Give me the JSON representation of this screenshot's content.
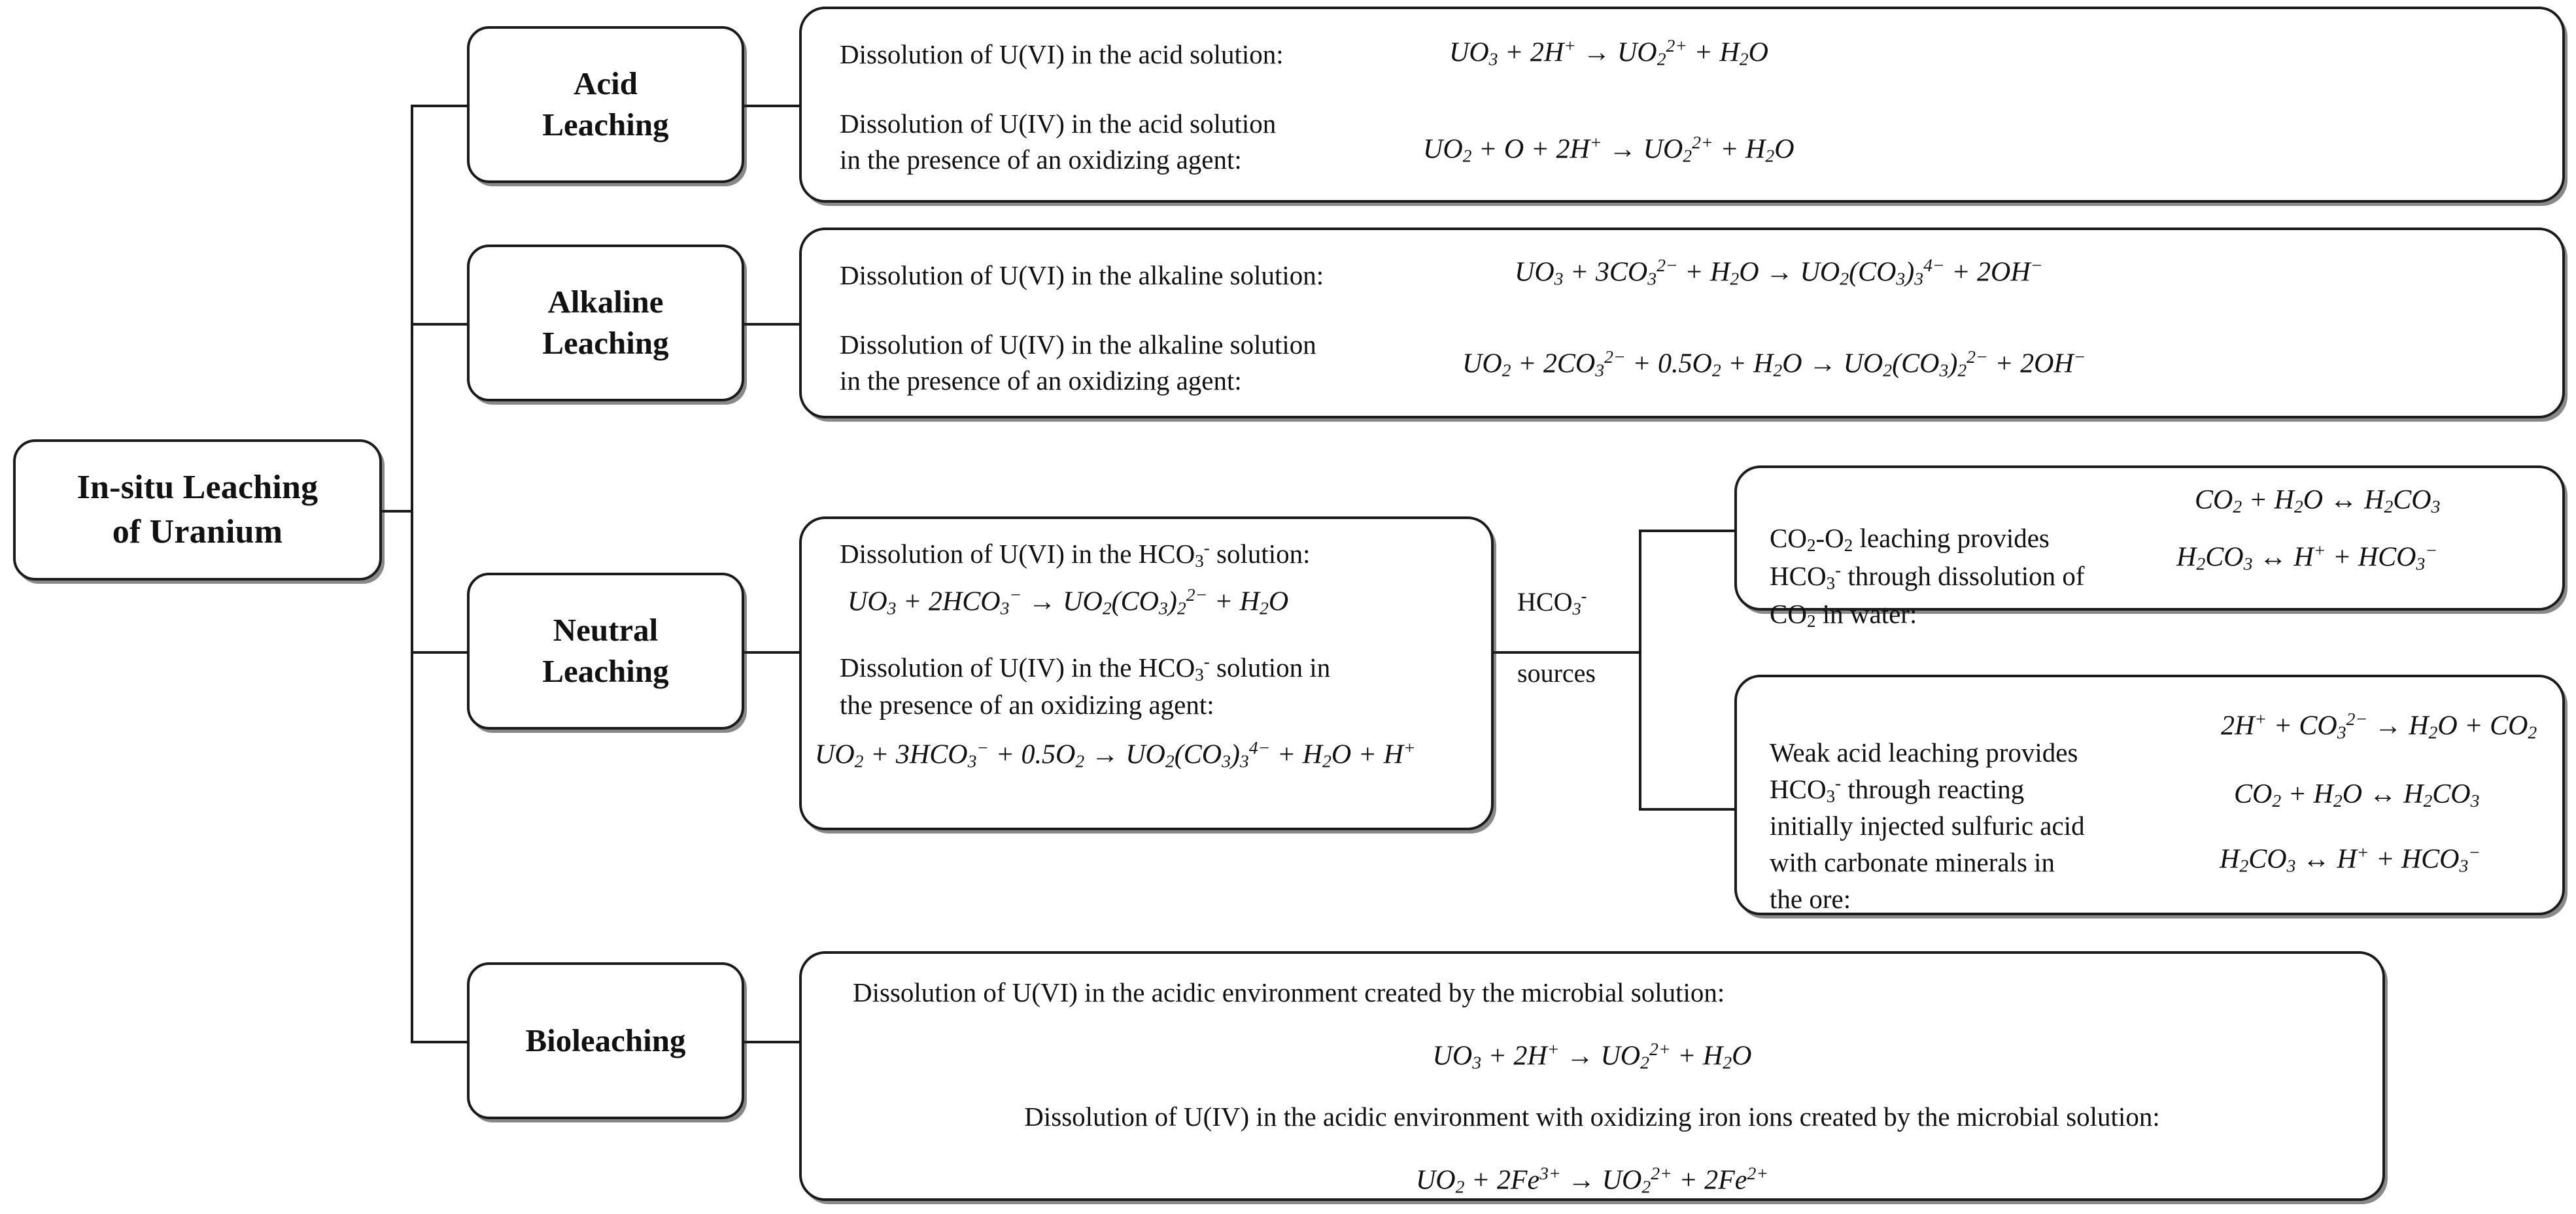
{
  "diagram": {
    "title": "In-situ Leaching of Uranium",
    "root": {
      "label": "In-situ Leaching\nof Uranium"
    },
    "connector_label": {
      "text": "HCO3-\nsources",
      "line1": "HCO",
      "line1_sub": "3",
      "line1_sup": "-",
      "line2": "sources"
    },
    "methods": [
      {
        "id": "acid-leaching",
        "label": "Acid\nLeaching",
        "details": [
          {
            "text": "Dissolution of U(VI) in the acid solution:",
            "equation": "UO3 + 2H+ → UO2^2+ + H2O"
          },
          {
            "text": "Dissolution of U(IV) in the acid solution\nin the presence of an oxidizing agent:",
            "equation": "UO2 + O + 2H+ → UO2^2+ + H2O"
          }
        ]
      },
      {
        "id": "alkaline-leaching",
        "label": "Alkaline\nLeaching",
        "details": [
          {
            "text": "Dissolution of U(VI) in the alkaline solution:",
            "equation": "UO3 + 3CO3^2- + H2O → UO2(CO3)3^4- + 2OH-"
          },
          {
            "text": "Dissolution of U(IV) in the alkaline solution\nin the presence of an oxidizing agent:",
            "equation": "UO2 + 2CO3^2- + 0.5O2 + H2O → UO2(CO3)2^2- + 2OH-"
          }
        ]
      },
      {
        "id": "neutral-leaching",
        "label": "Neutral\nLeaching",
        "details": [
          {
            "text": "Dissolution of U(VI) in the HCO3- solution:",
            "equation": "UO3 + 2HCO3- → UO2(CO3)2^2- + H2O"
          },
          {
            "text": "Dissolution of U(IV) in the HCO3- solution in\nthe presence of an oxidizing agent:",
            "equation": "UO2 + 3HCO3- + 0.5O2 → UO2(CO3)3^4- + H2O + H+"
          }
        ],
        "sources": [
          {
            "id": "co2-o2-leaching",
            "text": "CO2-O2 leaching provides\nHCO3- through dissolution of\nCO2 in water:",
            "equations": [
              "CO2 + H2O ↔ H2CO3",
              "H2CO3 ↔ H+ + HCO3-"
            ]
          },
          {
            "id": "weak-acid-leaching",
            "text": "Weak acid leaching provides\nHCO3- through reacting\ninitially injected sulfuric acid\nwith carbonate minerals in\nthe ore:",
            "equations": [
              "2H+ + CO3^2- → H2O + CO2",
              "CO2 + H2O ↔ H2CO3",
              "H2CO3 ↔ H+ + HCO3-"
            ]
          }
        ]
      },
      {
        "id": "bioleaching",
        "label": "Bioleaching",
        "details": [
          {
            "text": "Dissolution of U(VI) in the acidic environment created by the microbial solution:",
            "equation": "UO3 + 2H+ → UO2^2+ + H2O"
          },
          {
            "text": "Dissolution of U(IV) in the acidic environment with oxidizing iron ions created by the microbial solution:",
            "equation": "UO2 + 2Fe3+ → UO2^2+ + 2Fe2+"
          }
        ]
      }
    ],
    "colors": {
      "stroke": "#1a1a1a",
      "text": "#111111",
      "background": "#ffffff"
    }
  }
}
